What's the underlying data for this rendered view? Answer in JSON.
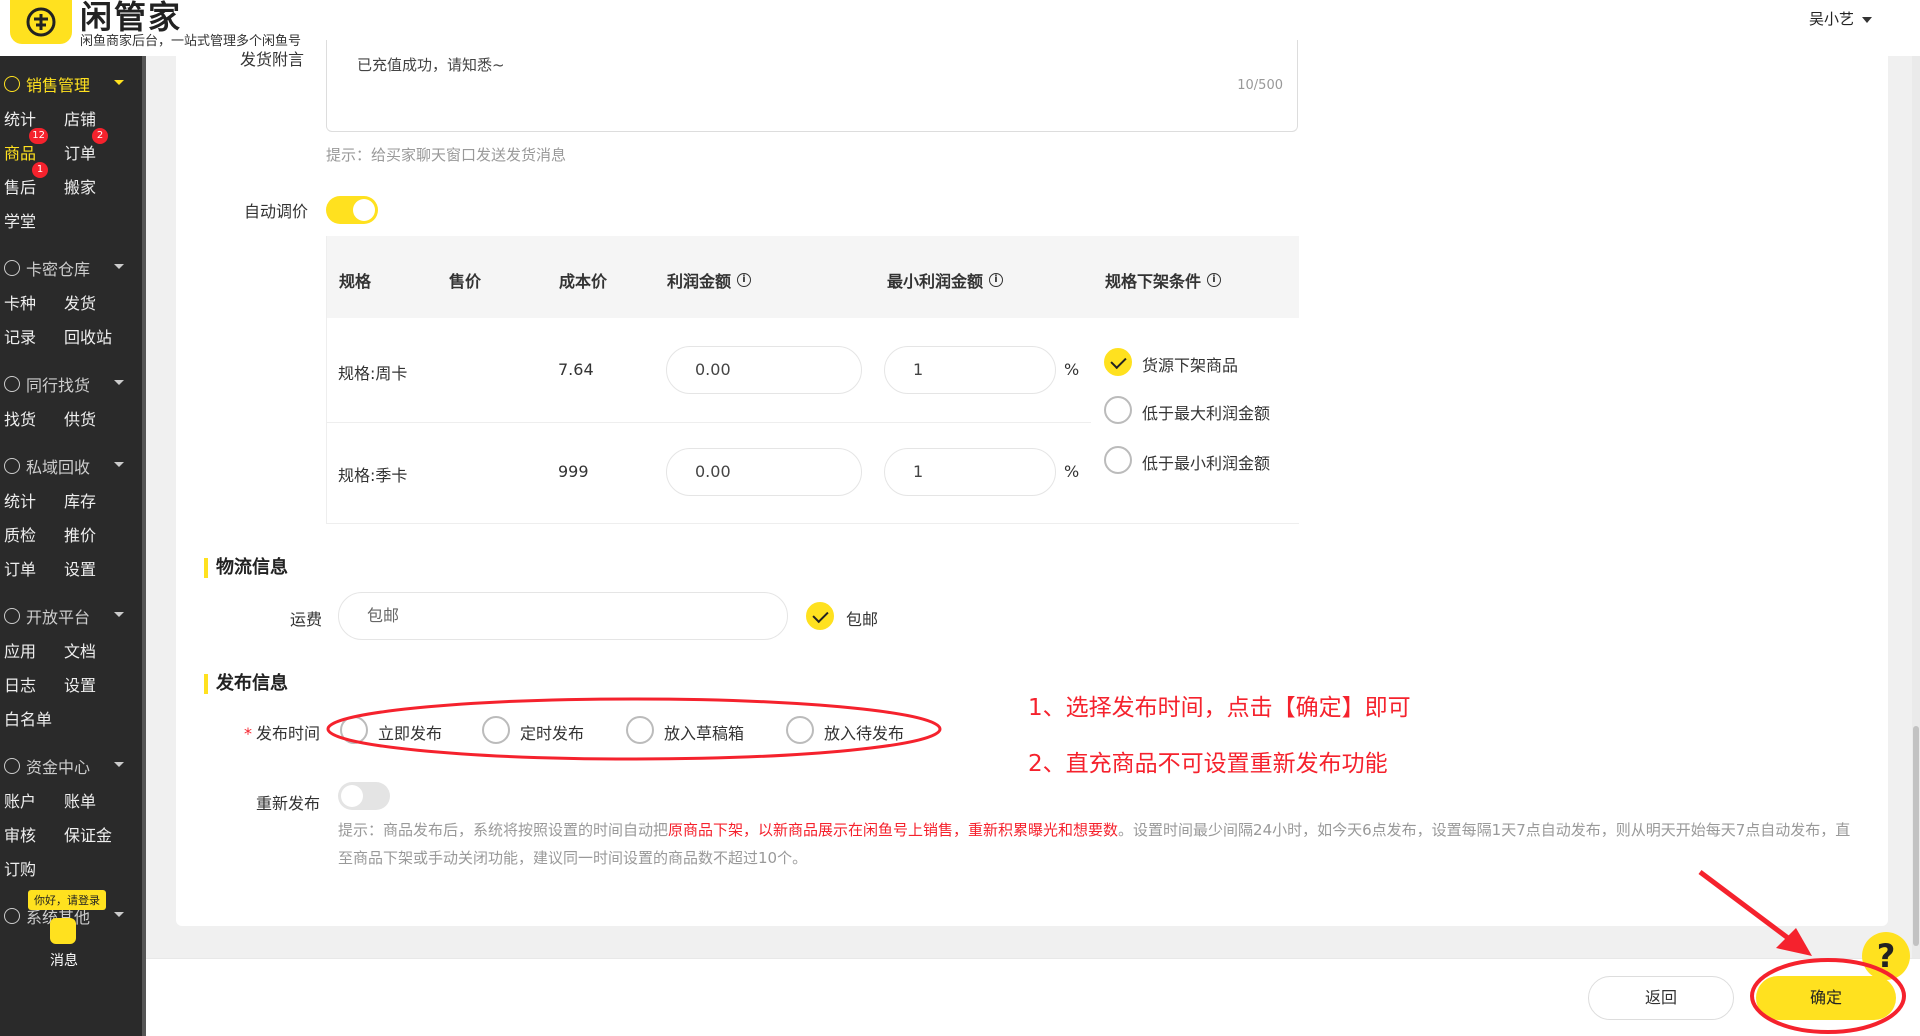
{
  "header": {
    "brand": "闲管家",
    "subtitle": "闲鱼商家后台，一站式管理多个闲鱼号",
    "user": "吴小艺"
  },
  "sidebar": {
    "groups": [
      {
        "title": "销售管理",
        "items": [
          "统计",
          "店铺",
          "商品",
          "订单",
          "售后",
          "搬家",
          "学堂"
        ]
      },
      {
        "title": "卡密仓库",
        "items": [
          "卡种",
          "发货",
          "记录",
          "回收站"
        ]
      },
      {
        "title": "同行找货",
        "items": [
          "找货",
          "供货"
        ]
      },
      {
        "title": "私域回收",
        "items": [
          "统计",
          "库存",
          "质检",
          "推价",
          "订单",
          "设置"
        ]
      },
      {
        "title": "开放平台",
        "items": [
          "应用",
          "文档",
          "日志",
          "设置",
          "白名单"
        ]
      },
      {
        "title": "资金中心",
        "items": [
          "账户",
          "账单",
          "审核",
          "保证金",
          "订购"
        ]
      },
      {
        "title": "系统其他",
        "items": []
      }
    ],
    "badges": {
      "goods": "12",
      "orders": "2",
      "aftersale": "1"
    },
    "login_tip": "你好，请登录",
    "message_label": "消息"
  },
  "form": {
    "delivery_label": "发货附言",
    "delivery_value": "已充值成功，请知悉~",
    "delivery_count": "10/500",
    "delivery_hint": "提示：给买家聊天窗口发送发货消息",
    "auto_price_label": "自动调价",
    "table": {
      "headers": [
        "规格",
        "售价",
        "成本价",
        "利润金额",
        "最小利润金额",
        "规格下架条件"
      ],
      "rows": [
        {
          "spec": "规格:周卡",
          "price": "",
          "cost": "7.64",
          "profit": "0.00",
          "min_profit": "1",
          "unit": "%"
        },
        {
          "spec": "规格:季卡",
          "price": "",
          "cost": "999",
          "profit": "0.00",
          "min_profit": "1",
          "unit": "%"
        }
      ],
      "conditions": [
        {
          "label": "货源下架商品",
          "checked": true
        },
        {
          "label": "低于最大利润金额",
          "checked": false
        },
        {
          "label": "低于最小利润金额",
          "checked": false
        }
      ]
    },
    "logistics_title": "物流信息",
    "freight_label": "运费",
    "freight_value": "包邮",
    "free_shipping_label": "包邮",
    "publish_title": "发布信息",
    "publish_time_label": "发布时间",
    "publish_options": [
      "立即发布",
      "定时发布",
      "放入草稿箱",
      "放入待发布"
    ],
    "republish_label": "重新发布",
    "hint_parts": {
      "p1": "提示：商品发布后，系统将按照设置的时间自动把",
      "r1": "原商品下架，以新商品展示在闲鱼号上销售，重新积累曝光和想要数",
      "p2": "。设置时间最少间隔24小时，如今天6点发布，设置每隔1天7点自动发布，则从明天开始每天7点自动发布，直至商品下架或手动关闭功能，建议同一时间设置的商品数不超过10个。"
    }
  },
  "annotations": {
    "note1": "1、选择发布时间，点击【确定】即可",
    "note2": "2、直充商品不可设置重新发布功能",
    "color": "#f5222d"
  },
  "footer": {
    "back": "返回",
    "confirm": "确定",
    "help": "?"
  },
  "colors": {
    "accent": "#ffe11f",
    "sidebar": "#2a2a2a"
  }
}
